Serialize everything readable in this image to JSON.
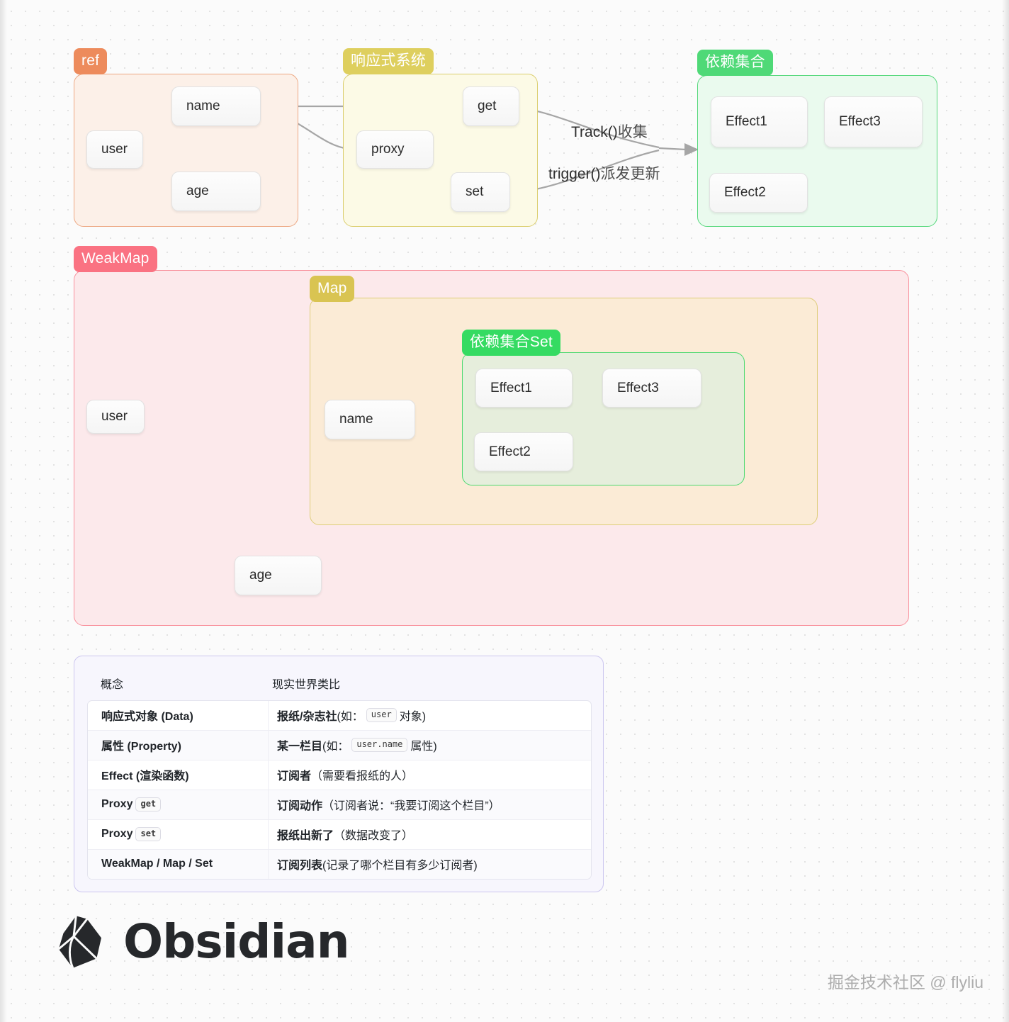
{
  "canvas": {
    "groups": [
      {
        "id": "ref",
        "label": "ref",
        "badge_color": "#ED8B5C",
        "border_color": "#EDA883",
        "fill_color": "#FCF0E8"
      },
      {
        "id": "reactive",
        "label": "响应式系统",
        "badge_color": "#DECF5E",
        "border_color": "#DBCE6E",
        "fill_color": "#FCFAE6"
      },
      {
        "id": "depset",
        "label": "依赖集合",
        "badge_color": "#4FD977",
        "border_color": "#56D87C",
        "fill_color": "#EAFAEE"
      },
      {
        "id": "weakmap",
        "label": "WeakMap",
        "badge_color": "#FA7282",
        "border_color": "#F9909C",
        "fill_color": "#FCE9EB"
      },
      {
        "id": "map",
        "label": "Map",
        "badge_color": "#D9C452",
        "border_color": "#DECD78",
        "fill_color": "#FBEBD6"
      },
      {
        "id": "depset2",
        "label": "依赖集合Set",
        "badge_color": "#35DB62",
        "border_color": "#4BD96F",
        "fill_color": "#E6EEDC"
      }
    ],
    "nodes": {
      "ref_user": "user",
      "ref_name": "name",
      "ref_age": "age",
      "rx_proxy": "proxy",
      "rx_get": "get",
      "rx_set": "set",
      "dep_effect1": "Effect1",
      "dep_effect2": "Effect2",
      "dep_effect3": "Effect3",
      "wm_user": "user",
      "wm_age": "age",
      "map_name": "name",
      "set_effect1": "Effect1",
      "set_effect2": "Effect2",
      "set_effect3": "Effect3"
    },
    "edge_labels": {
      "track": {
        "fn": "Track()",
        "cn": "收集"
      },
      "trigger": {
        "fn": "trigger()",
        "cn": "派发更新"
      }
    }
  },
  "table": {
    "headers": [
      "概念",
      "现实世界类比"
    ],
    "rows": [
      {
        "concept": "响应式对象 (Data)",
        "concept_chip": "",
        "analogy_bold": "报纸/杂志社",
        "analogy_pre": " (如：",
        "analogy_chip": "user",
        "analogy_post": "对象)"
      },
      {
        "concept": "属性 (Property)",
        "concept_chip": "",
        "analogy_bold": "某一栏目",
        "analogy_pre": " (如：",
        "analogy_chip": "user.name",
        "analogy_post": "属性)"
      },
      {
        "concept": "Effect (渲染函数)",
        "concept_chip": "",
        "analogy_bold": "订阅者",
        "analogy_pre": " （需要看报纸的人）",
        "analogy_chip": "",
        "analogy_post": ""
      },
      {
        "concept": "Proxy",
        "concept_chip": "get",
        "analogy_bold": "订阅动作",
        "analogy_pre": " （订阅者说：“我要订阅这个栏目”）",
        "analogy_chip": "",
        "analogy_post": ""
      },
      {
        "concept": "Proxy",
        "concept_chip": "set",
        "analogy_bold": "报纸出新了",
        "analogy_pre": " （数据改变了）",
        "analogy_chip": "",
        "analogy_post": ""
      },
      {
        "concept": "WeakMap / Map / Set",
        "concept_chip": "",
        "analogy_bold": "订阅列表",
        "analogy_pre": " (记录了哪个栏目有多少订阅者)",
        "analogy_chip": "",
        "analogy_post": ""
      }
    ]
  },
  "footer": {
    "app_name": "Obsidian",
    "watermark": "掘金技术社区 @ flyliu"
  }
}
